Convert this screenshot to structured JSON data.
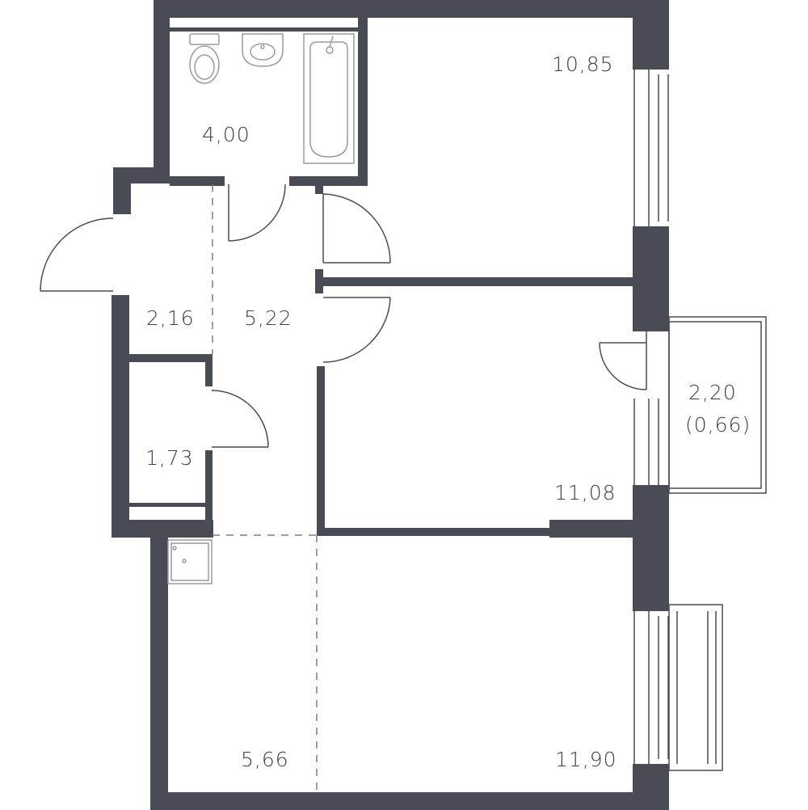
{
  "floor_plan": {
    "rooms": [
      {
        "id": "bathroom",
        "area": "4,00"
      },
      {
        "id": "bedroom-top",
        "area": "10,85"
      },
      {
        "id": "entry",
        "area": "2,16"
      },
      {
        "id": "hallway",
        "area": "5,22"
      },
      {
        "id": "storage",
        "area": "1,73"
      },
      {
        "id": "bedroom-middle",
        "area": "11,08"
      },
      {
        "id": "balcony",
        "area": "2,20",
        "sub_area": "(0,66)"
      },
      {
        "id": "kitchen",
        "area": "5,66"
      },
      {
        "id": "living-room",
        "area": "11,90"
      }
    ],
    "colors": {
      "wall": "#4a4c55",
      "fixture": "#9a9ca3",
      "label": "#3e4049",
      "background": "#ffffff"
    }
  }
}
